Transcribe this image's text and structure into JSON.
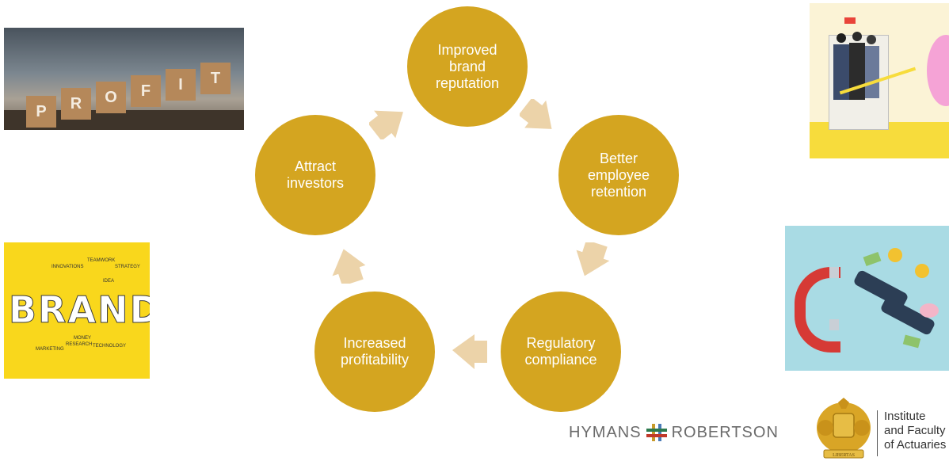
{
  "cycle": {
    "nodes": [
      {
        "label": "Improved\nbrand\nreputation"
      },
      {
        "label": "Better\nemployee\nretention"
      },
      {
        "label": "Regulatory\ncompliance"
      },
      {
        "label": "Increased\nprofitability"
      },
      {
        "label": "Attract\ninvestors"
      }
    ]
  },
  "images": {
    "profit_tiles": [
      "P",
      "R",
      "O",
      "F",
      "I",
      "T"
    ],
    "brand_word": "BRAND",
    "brand_words": [
      "INNOVATIONS",
      "TEAMWORK",
      "STRATEGY",
      "MARKETING",
      "RESEARCH",
      "TECHNOLOGY",
      "MONEY",
      "IDEA"
    ]
  },
  "footer": {
    "hymans_left": "HYMANS",
    "hymans_right": "ROBERTSON",
    "ifoa_line1": "Institute",
    "ifoa_line2": "and Faculty",
    "ifoa_line3": "of Actuaries",
    "crest_motto": "LIBERTAS"
  },
  "colors": {
    "node_fill": "#d4a520",
    "arrow_fill": "#ecd3a9",
    "brand_bg": "#f9d71c",
    "hymans_accent": "#c89b2b"
  }
}
